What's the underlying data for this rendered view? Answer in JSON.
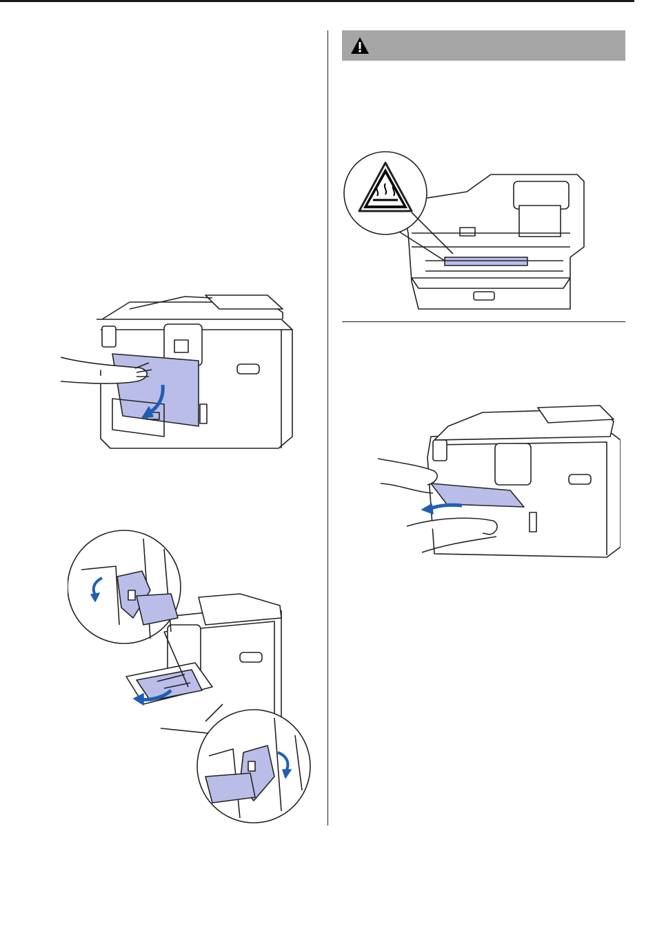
{
  "page": {
    "warning_header": {
      "icon": "warning-triangle-icon",
      "label": ""
    },
    "figures": [
      {
        "id": "open-back-cover",
        "icon": "printer-back-cover-icon"
      },
      {
        "id": "pull-green-levers",
        "icon": "green-levers-icon"
      },
      {
        "id": "hot-surface-warning",
        "icon": "hot-surface-icon"
      },
      {
        "id": "pull-out-jammed-paper",
        "icon": "paper-removal-icon"
      }
    ],
    "colors": {
      "highlight": "#b9bde8",
      "arrow": "#1f5fb3",
      "line": "#222222",
      "warn_bar": "#a6a6a6"
    }
  }
}
